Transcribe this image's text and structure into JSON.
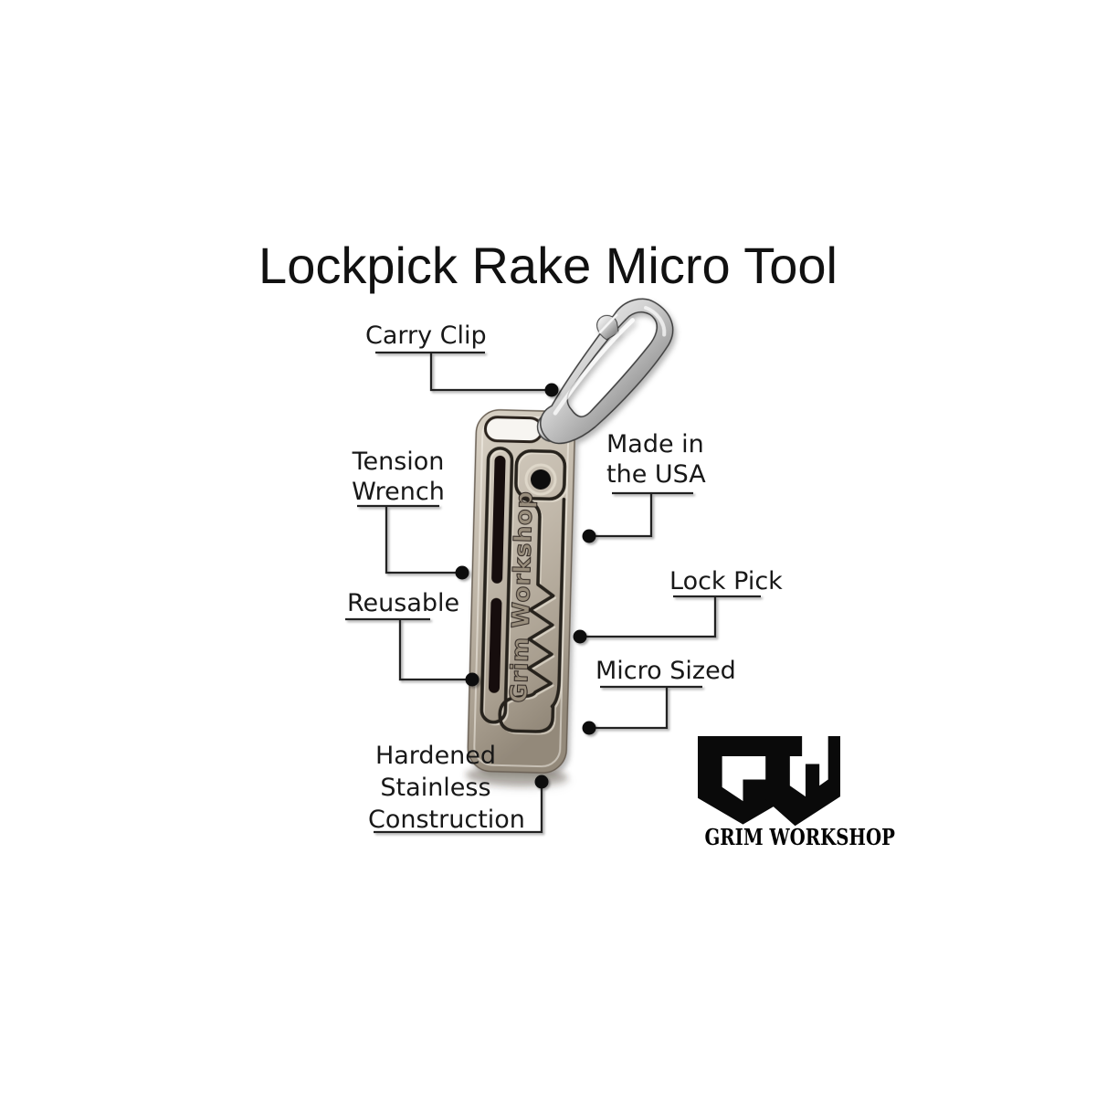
{
  "title": "Lockpick Rake Micro Tool",
  "callouts": {
    "carry_clip": {
      "label": "Carry Clip"
    },
    "tension_wrench": {
      "line1": "Tension",
      "line2": "Wrench"
    },
    "made_in_usa": {
      "line1": "Made in",
      "line2": "the USA"
    },
    "reusable": {
      "label": "Reusable"
    },
    "lock_pick": {
      "label": "Lock Pick"
    },
    "micro_sized": {
      "label": "Micro Sized"
    },
    "hardened": {
      "line1": "Hardened",
      "line2": "Stainless",
      "line3": "Construction"
    }
  },
  "product": {
    "engraving": "Grim Workshop"
  },
  "logo": {
    "monogram": "GW",
    "name": "GRIM WORKSHOP"
  },
  "colors": {
    "background": "#ffffff",
    "text": "#1a1a1a",
    "callout_line": "#232323",
    "engraving_line": "#27201a",
    "plate_metal": "#b7ae9f",
    "clip_metal": "#c9c9c9"
  }
}
